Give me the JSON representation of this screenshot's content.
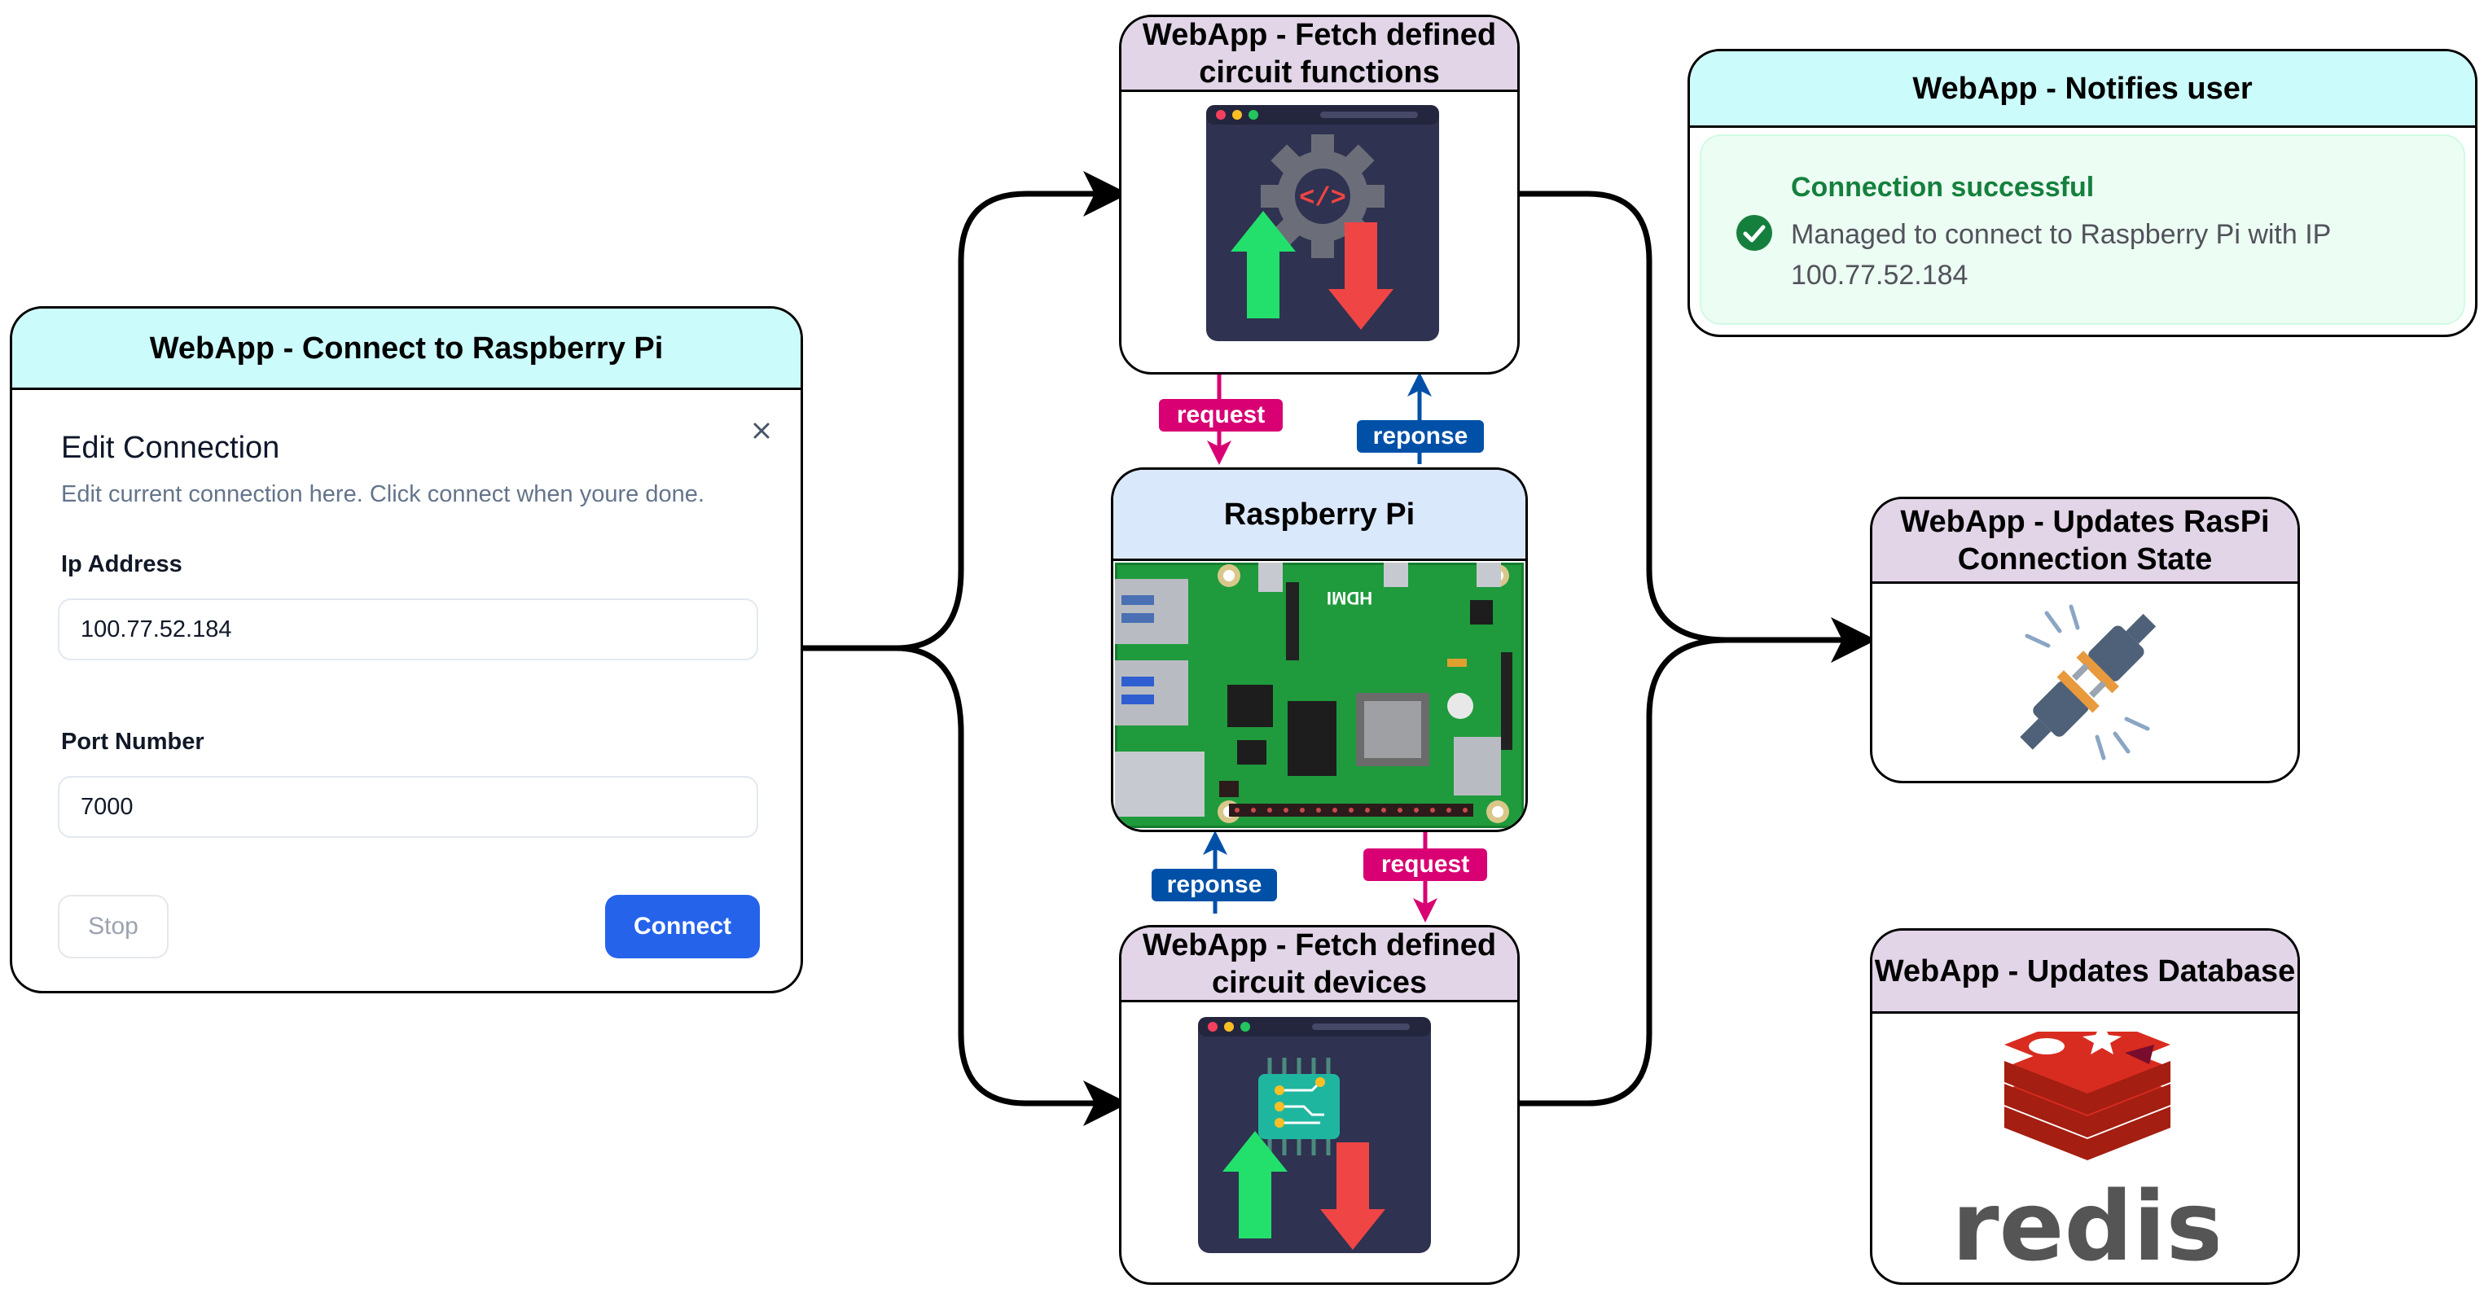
{
  "connect_card": {
    "title": "WebApp - Connect to Raspberry Pi",
    "dialog": {
      "title": "Edit Connection",
      "description": "Edit current connection here. Click connect when youre done.",
      "ip_label": "Ip Address",
      "ip_value": "100.77.52.184",
      "port_label": "Port Number",
      "port_value": "7000",
      "stop_label": "Stop",
      "connect_label": "Connect",
      "close_icon": "close-icon"
    }
  },
  "functions_card": {
    "title": "WebApp - Fetch defined circuit functions",
    "icon": "gear-code-window-icon"
  },
  "devices_card": {
    "title": "WebApp - Fetch defined circuit devices",
    "icon": "chip-window-icon"
  },
  "raspi_card": {
    "title": "Raspberry Pi",
    "board_text": "HDMI",
    "icon": "raspberry-pi-board"
  },
  "notify_card": {
    "title": "WebApp - Notifies user",
    "toast_title": "Connection successful",
    "toast_message": "Managed to connect to Raspberry Pi with IP 100.77.52.184"
  },
  "state_card": {
    "title": "WebApp - Updates RasPi Connection State",
    "icon": "plug-connection-icon"
  },
  "db_card": {
    "title": "WebApp - Updates Database",
    "logo_text": "redis"
  },
  "labels": {
    "top_request": "request",
    "top_response": "reponse",
    "bottom_response": "reponse",
    "bottom_request": "request"
  },
  "colors": {
    "cyan_header": "#ccfbfb",
    "purple_header": "#e1d5e7",
    "blue_header": "#dae8fc",
    "request": "#d80073",
    "response": "#0050a8",
    "connect_button": "#2563eb",
    "success": "#15803d"
  }
}
